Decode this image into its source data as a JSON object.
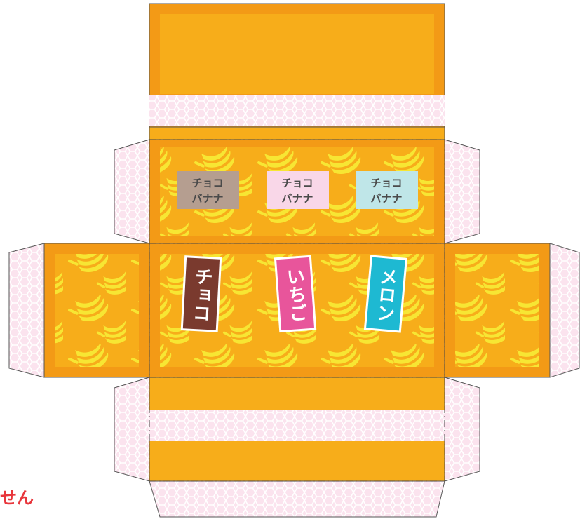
{
  "labels_top": [
    {
      "line1": "チョコ",
      "line2": "バナナ",
      "color": "#b59e90"
    },
    {
      "line1": "チョコ",
      "line2": "バナナ",
      "color": "#f9d7e8"
    },
    {
      "line1": "チョコ",
      "line2": "バナナ",
      "color": "#bfe6e8"
    }
  ],
  "labels_vertical": [
    {
      "text": "チョコ",
      "color": "#7a3a2e"
    },
    {
      "text": "いちご",
      "color": "#e8559b"
    },
    {
      "text": "メロン",
      "color": "#1eb9d2"
    }
  ],
  "corner_text": "せん",
  "colors": {
    "orange": "#f7ad1a",
    "orange_border": "#f39a16",
    "banana": "#f7e633",
    "honeycomb_bg": "#fbe3ee",
    "honeycomb_line": "#ffffff",
    "label_text": "#4a4a4a",
    "corner_text": "#e8363c"
  }
}
